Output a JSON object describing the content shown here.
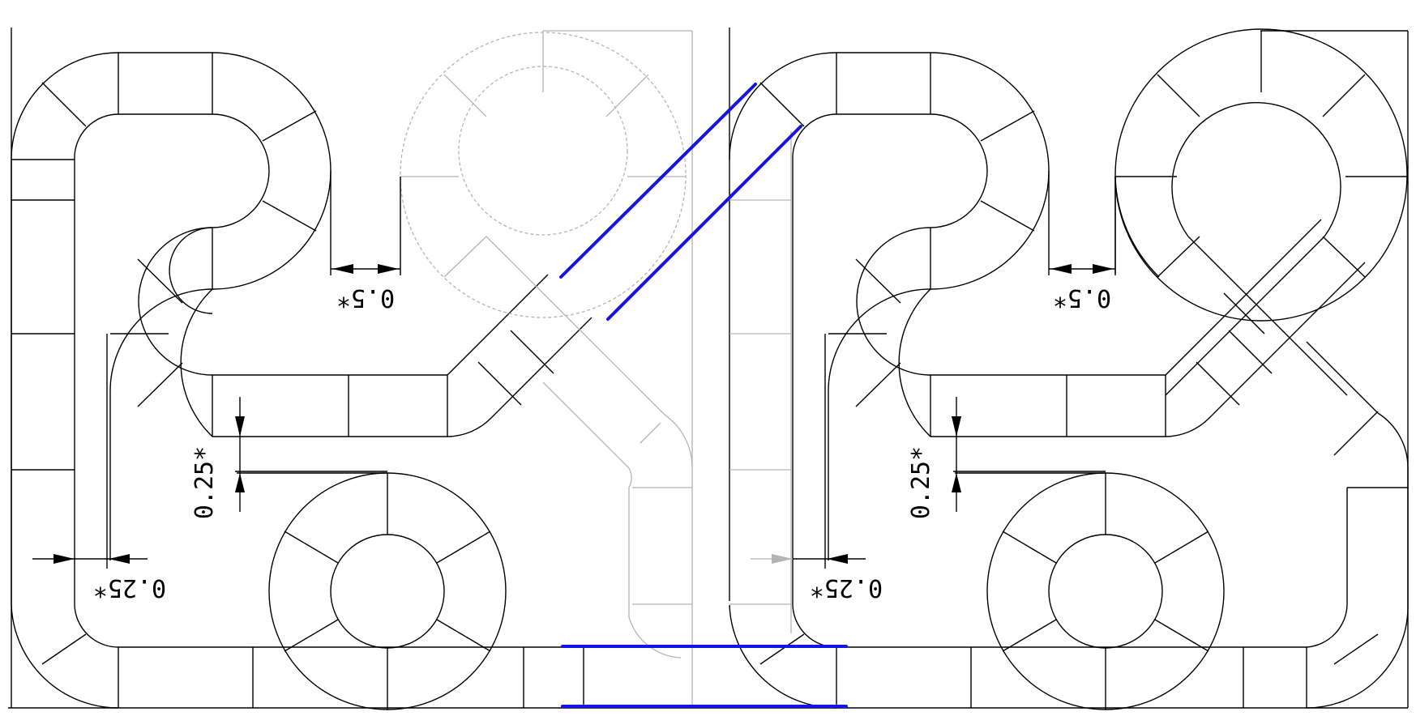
{
  "colors": {
    "line": "#000000",
    "hidden_line": "#b4b4b4",
    "highlight": "#1414e6",
    "background": "#ffffff"
  },
  "dimensions": {
    "left": {
      "gap_top": "0.5*",
      "gap_mid": "0.25*",
      "gap_bottom": "0.25*"
    },
    "right": {
      "gap_top": "0.5*",
      "gap_mid": "0.25*",
      "gap_bottom": "0.25*"
    }
  }
}
